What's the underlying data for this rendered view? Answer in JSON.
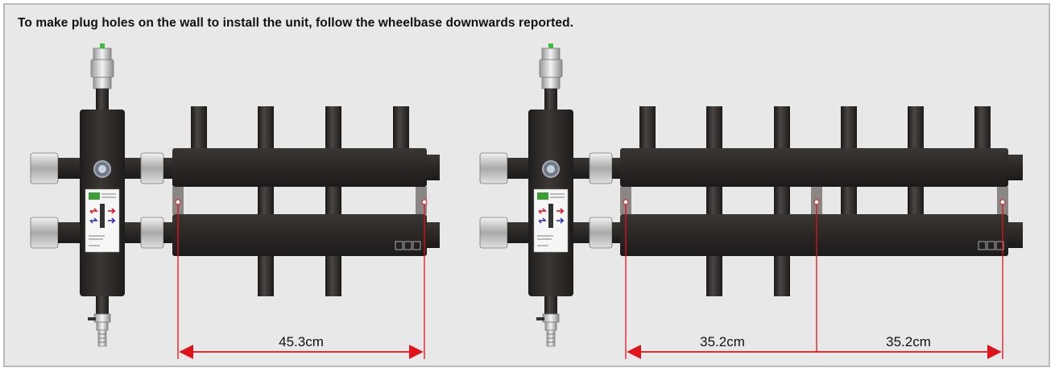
{
  "heading": "To make plug holes on the wall to install the unit, follow the wheelbase downwards reported.",
  "colors": {
    "panel_background": "#e8e8e8",
    "panel_border": "#b9b9b9",
    "manifold_body": "#2d2a28",
    "dimension_line": "#e0121a",
    "fittings": "#c9c9c9"
  },
  "left_unit": {
    "dimension": "45.3cm"
  },
  "right_unit": {
    "dimension_left": "35.2cm",
    "dimension_right": "35.2cm"
  }
}
